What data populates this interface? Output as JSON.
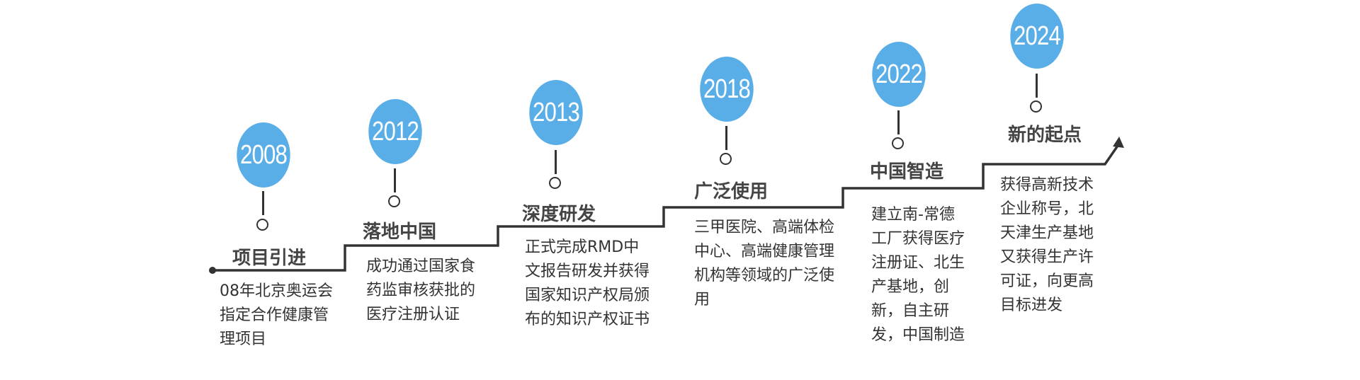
{
  "milestones": [
    {
      "year": "2008",
      "title": "项目引进",
      "description": "08年北京奥运会指定合作健康管理项目"
    },
    {
      "year": "2012",
      "title": "落地中国",
      "description": "成功通过国家食药监审核获批的医疗注册认证"
    },
    {
      "year": "2013",
      "title": "深度研发",
      "description": "正式完成RMD中文报告研发并获得国家知识产权局颁布的知识产权证书"
    },
    {
      "year": "2018",
      "title": "广泛使用",
      "description": "三甲医院、高端体检中心、高端健康管理机构等领域的广泛使用"
    },
    {
      "year": "2022",
      "title": "中国智造",
      "description": "建立南-常德工厂获得医疗注册证、北生产基地，创新，自主研发，中国制造"
    },
    {
      "year": "2024",
      "title": "新的起点",
      "description": "获得高新技术企业称号，北天津生产基地又获得生产许可证，向更高目标进发"
    }
  ],
  "colors": {
    "badge": "#5aaee8",
    "line": "#333333"
  }
}
